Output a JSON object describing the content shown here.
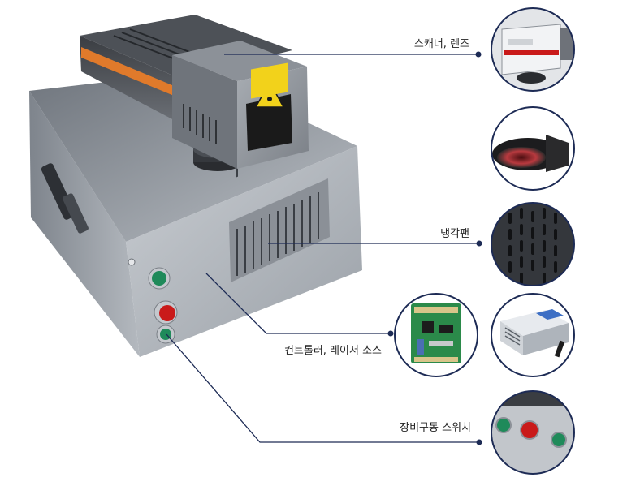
{
  "callouts": {
    "scanner_lens": "스캐너, 렌즈",
    "cooling_fan": "냉각팬",
    "controller_laser": "컨트롤러, 레이저 소스",
    "drive_switch": "장비구동 스위치"
  },
  "colors": {
    "line": "#1d2b55",
    "dot": "#1d2b55",
    "circle_border": "#1d2b55",
    "body_metal": "#9ea3aa",
    "laser_orange": "#e07a2b",
    "green_button": "#1f8a5a",
    "red_button": "#c91a1a",
    "warning_yellow": "#f2d21b"
  },
  "icons": {
    "laser_warning": "laser-warning-icon"
  }
}
